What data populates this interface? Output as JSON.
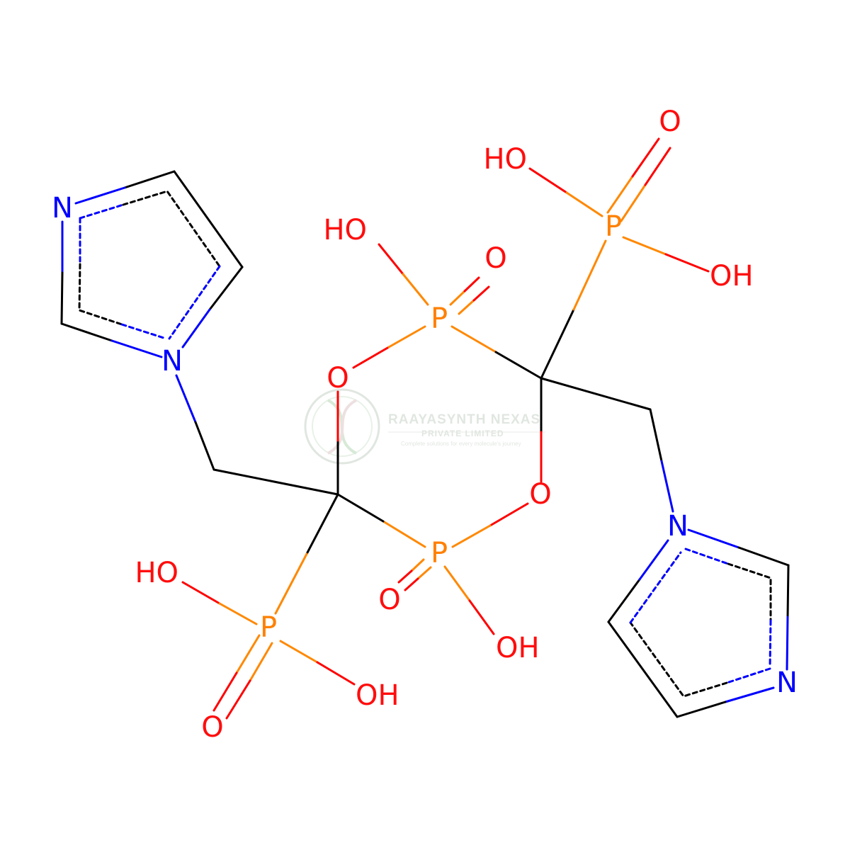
{
  "diagram": {
    "type": "molecule-structure",
    "atoms": {
      "hydroxy": "OH",
      "hydroxy_left": "HO",
      "oxygen": "O",
      "phosphorus": "P",
      "nitrogen": "N"
    }
  },
  "watermark": {
    "name": "RAAYASYNTH NEXAS",
    "subtitle": "PRIVATE LIMITED",
    "tagline": "Complete solutions for every molecule's journey"
  },
  "colors": {
    "bond": "#000000",
    "oxygen": "#ff0d0d",
    "phosphorus": "#ff8000",
    "nitrogen": "#0000ff",
    "watermark": "#c8d2c8"
  }
}
